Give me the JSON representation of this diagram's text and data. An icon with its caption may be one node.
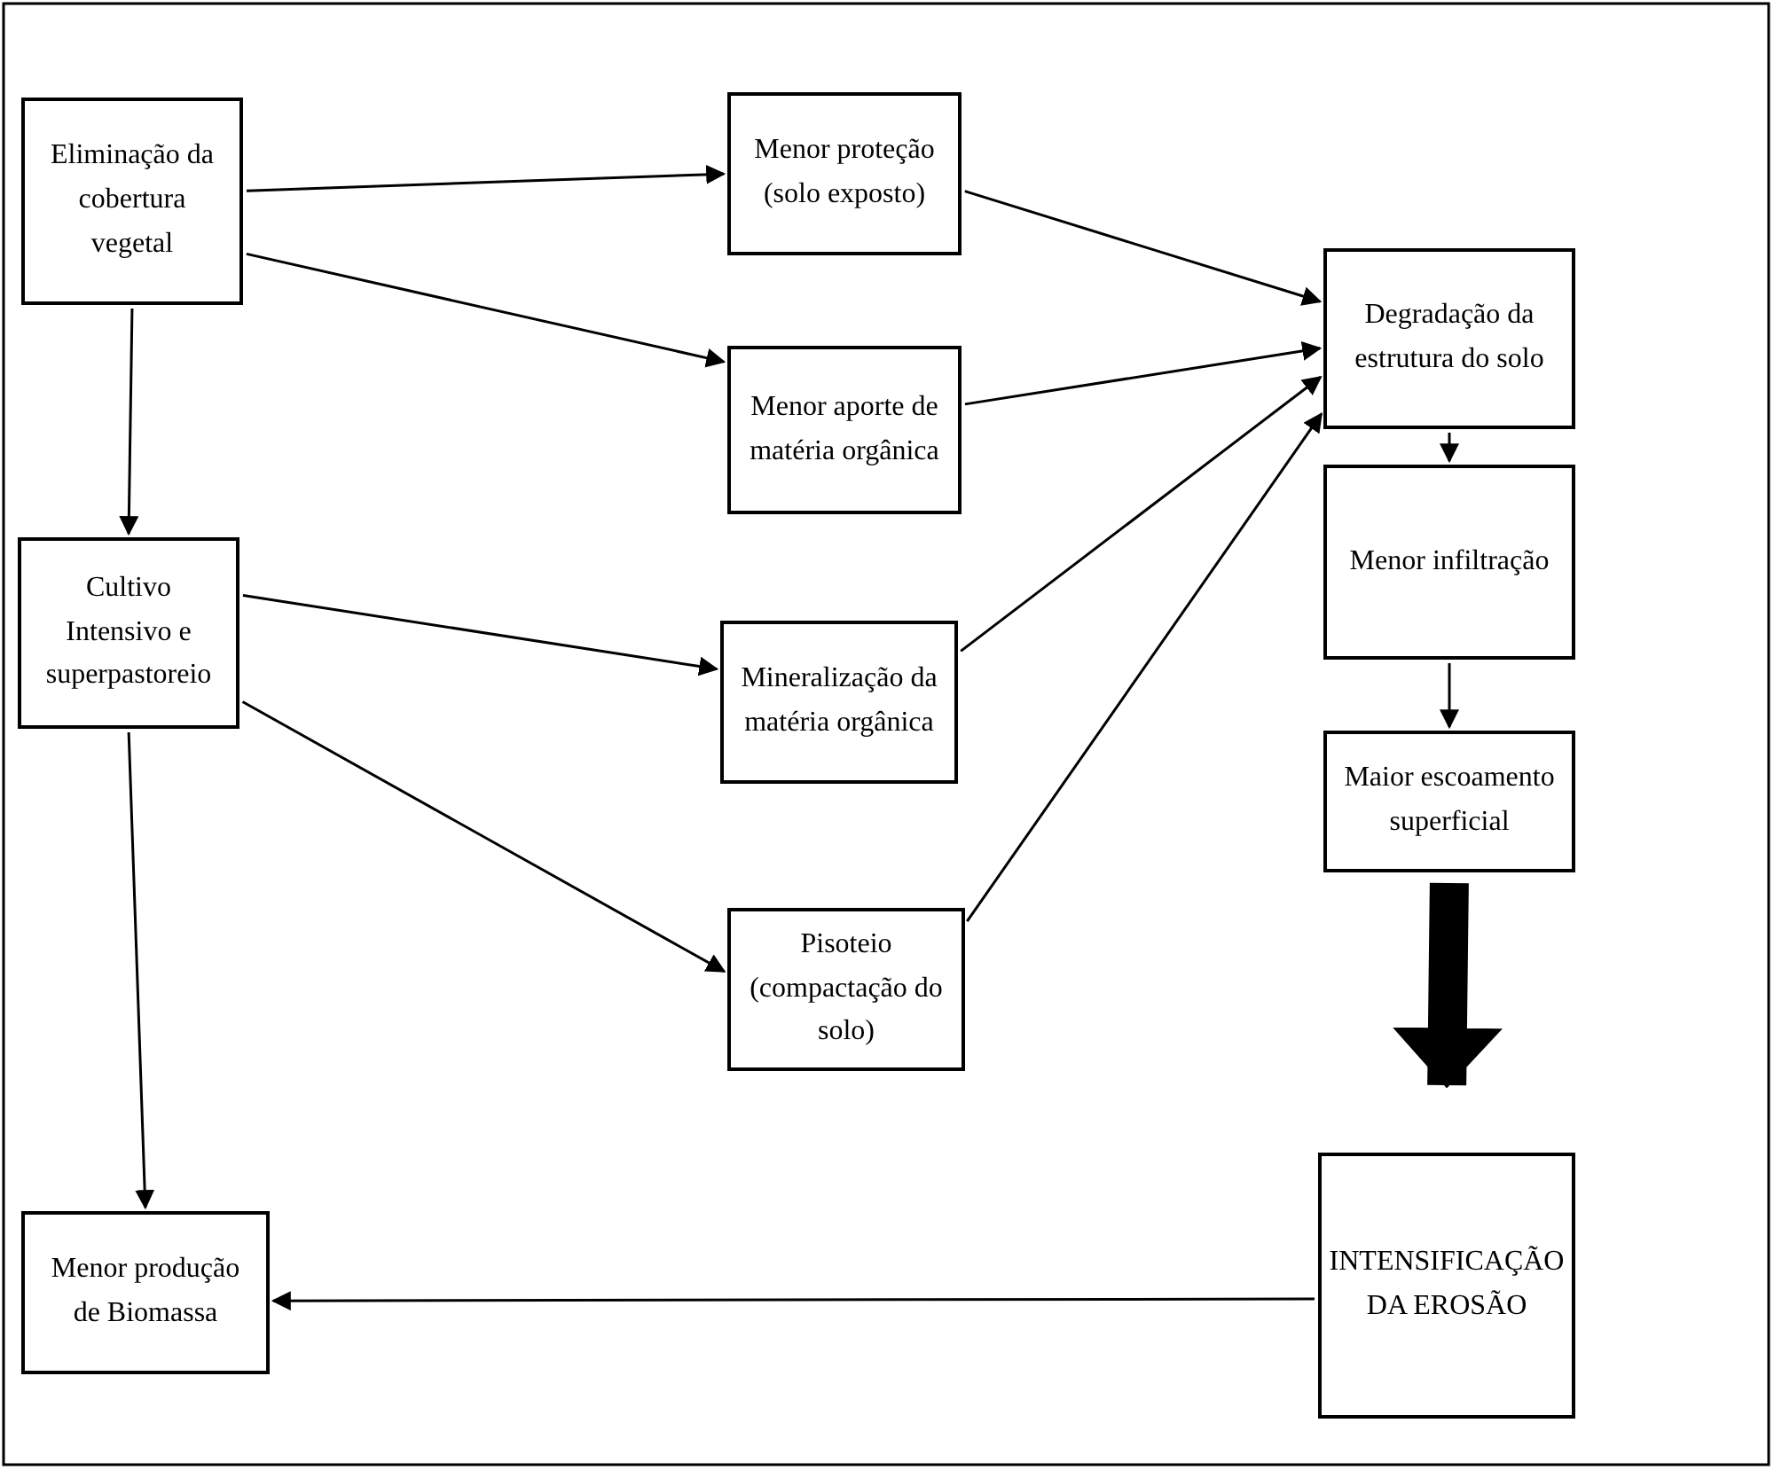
{
  "diagram": {
    "nodes": [
      {
        "text": [
          "Eliminação da cobertura vegetal"
        ]
      },
      {
        "text": [
          "Cultivo Intensivo e superpastoreio"
        ]
      },
      {
        "text": [
          "Menor produção de Biomassa"
        ]
      },
      {
        "text": [
          "Menor proteção (solo exposto)"
        ]
      },
      {
        "text": [
          "Menor aporte de matéria orgânica"
        ]
      },
      {
        "text": [
          "Mineralização da matéria orgânica"
        ]
      },
      {
        "text": [
          "Pisoteio (compactação do solo)"
        ]
      },
      {
        "text": [
          "Degradação da estrutura do solo"
        ]
      },
      {
        "text": [
          "Menor infiltração"
        ]
      },
      {
        "text": [
          "Maior escoamento superficial"
        ]
      },
      {
        "text": [
          "INTENSIFICAÇÃO DA EROSÃO"
        ]
      }
    ],
    "edges": [
      {
        "from": 0,
        "to": 3,
        "arrow": "to"
      },
      {
        "from": 0,
        "to": 4,
        "arrow": "to"
      },
      {
        "from": 0,
        "to": 1,
        "arrow": "to"
      },
      {
        "from": 1,
        "to": 5,
        "arrow": "to"
      },
      {
        "from": 1,
        "to": 6,
        "arrow": "to"
      },
      {
        "from": 1,
        "to": 2,
        "arrow": "to"
      },
      {
        "from": 3,
        "to": 7,
        "arrow": "to"
      },
      {
        "from": 4,
        "to": 7,
        "arrow": "to"
      },
      {
        "from": 5,
        "to": 7,
        "arrow": "to"
      },
      {
        "from": 6,
        "to": 7,
        "arrow": "to"
      },
      {
        "from": 7,
        "to": 8,
        "arrow": "to"
      },
      {
        "from": 8,
        "to": 9,
        "arrow": "to"
      },
      {
        "from": 9,
        "to": 10,
        "arrow": "to",
        "style": "thick"
      },
      {
        "from": 10,
        "to": 2,
        "arrow": "to"
      }
    ]
  }
}
